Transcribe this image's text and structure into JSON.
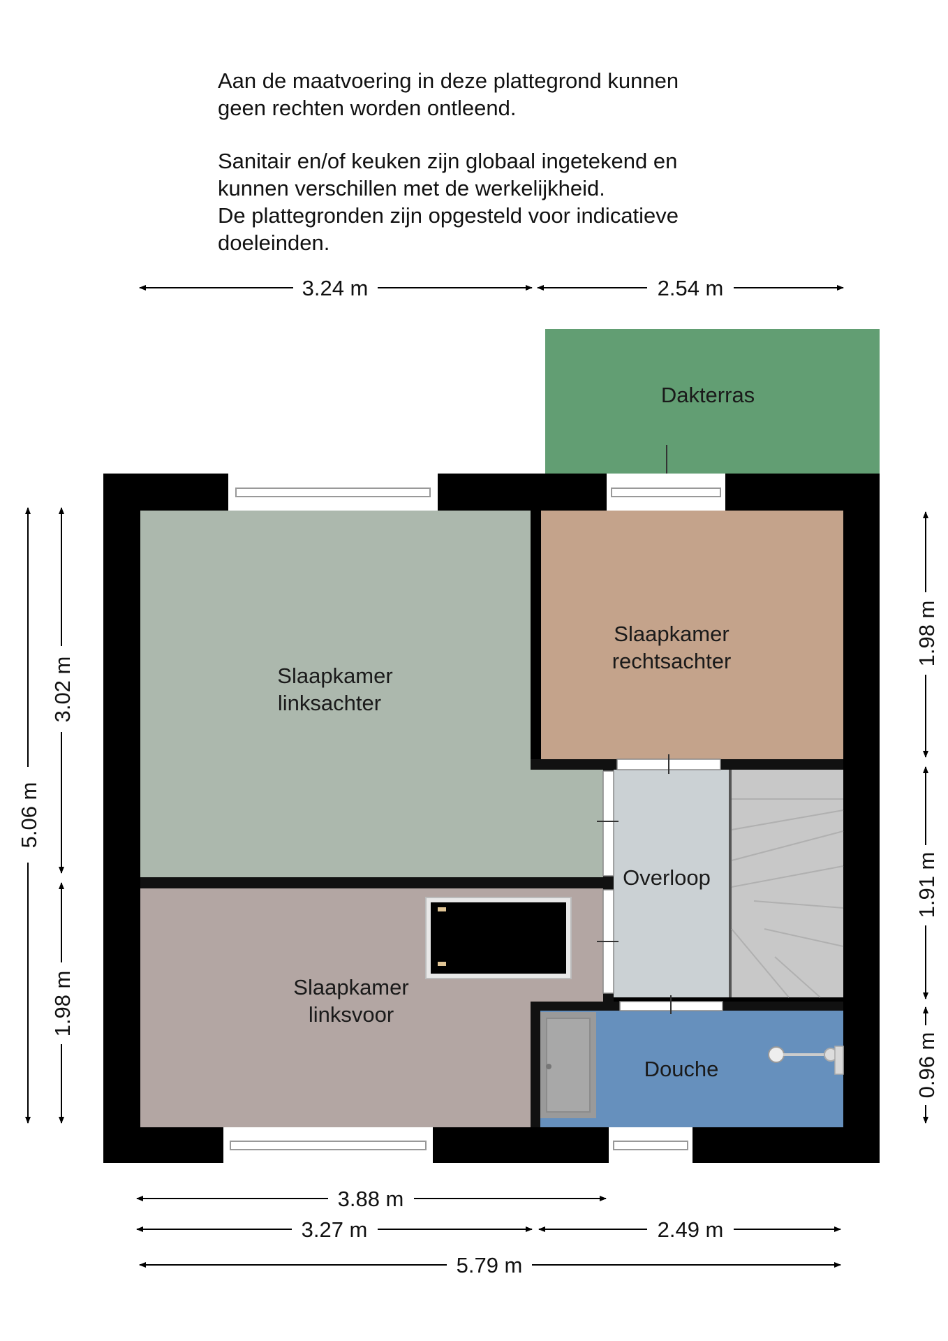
{
  "disclaimer": {
    "line1": "Aan de maatvoering in deze  plattegrond kunnen",
    "line2": "geen rechten worden ontleend.",
    "line3": "Sanitair en/of keuken zijn globaal ingetekend en",
    "line4": "kunnen verschillen met de werkelijkheid.",
    "line5": "De plattegronden zijn opgesteld voor indicatieve",
    "line6": "doeleinden."
  },
  "rooms": {
    "dakterras": "Dakterras",
    "linksachter_1": "Slaapkamer",
    "linksachter_2": "linksachter",
    "rechtsachter_1": "Slaapkamer",
    "rechtsachter_2": "rechtsachter",
    "overloop": "Overloop",
    "linksvoor_1": "Slaapkamer",
    "linksvoor_2": "linksvoor",
    "douche": "Douche"
  },
  "dimensions": {
    "top_left": "3.24 m",
    "top_right": "2.54 m",
    "left_total": "5.06 m",
    "left_upper": "3.02 m",
    "left_lower": "1.98 m",
    "right_upper": "1.98 m",
    "right_middle": "1.91 m",
    "right_lower": "0.96 m",
    "bottom_1": "3.88 m",
    "bottom_2a": "3.27 m",
    "bottom_2b": "2.49 m",
    "bottom_total": "5.79 m"
  },
  "colors": {
    "wall": "#000000",
    "dakterras": "#629e73",
    "linksachter": "#acb8ad",
    "rechtsachter": "#c4a38b",
    "overloop": "#cbd1d4",
    "linksvoor": "#b3a6a3",
    "douche": "#6690bd",
    "stairs": "#c8c8c8"
  }
}
